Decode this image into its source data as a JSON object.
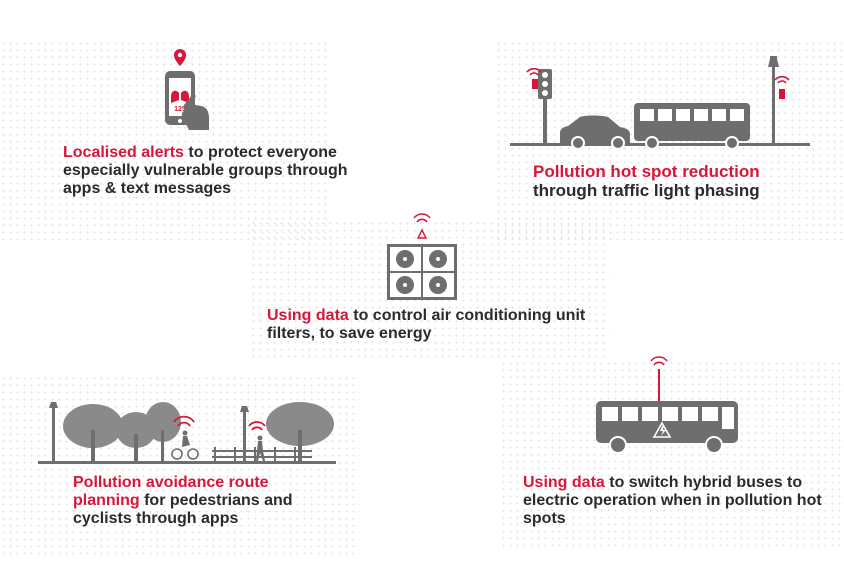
{
  "colors": {
    "accent": "#d8163a",
    "text": "#2b2b2b",
    "icon": "#6e6e6e"
  },
  "panels": [
    {
      "id": "alerts",
      "highlight": "Localised alerts",
      "rest": " to protect everyone especially vulnerable groups through apps & text messages",
      "phone_badge": "125"
    },
    {
      "id": "traffic",
      "highlight": "Pollution hot spot reduction",
      "rest": "through traffic light phasing"
    },
    {
      "id": "aircon",
      "highlight": "Using data",
      "rest": " to control air conditioning unit filters, to save energy"
    },
    {
      "id": "route",
      "highlight": "Pollution avoidance route planning",
      "rest": " for pedestrians and cyclists through apps"
    },
    {
      "id": "bus",
      "highlight": "Using data",
      "rest": " to switch hybrid buses to electric operation when in pollution hot spots"
    }
  ],
  "icons": [
    "location-pin-icon",
    "phone-icon",
    "hand-icon",
    "lungs-icon",
    "traffic-light-icon",
    "car-icon",
    "bus-icon",
    "street-lamp-icon",
    "wifi-signal-icon",
    "aircon-unit-icon",
    "tree-icon",
    "cyclist-icon",
    "pedestrian-icon",
    "fence-icon",
    "electric-bolt-icon"
  ]
}
